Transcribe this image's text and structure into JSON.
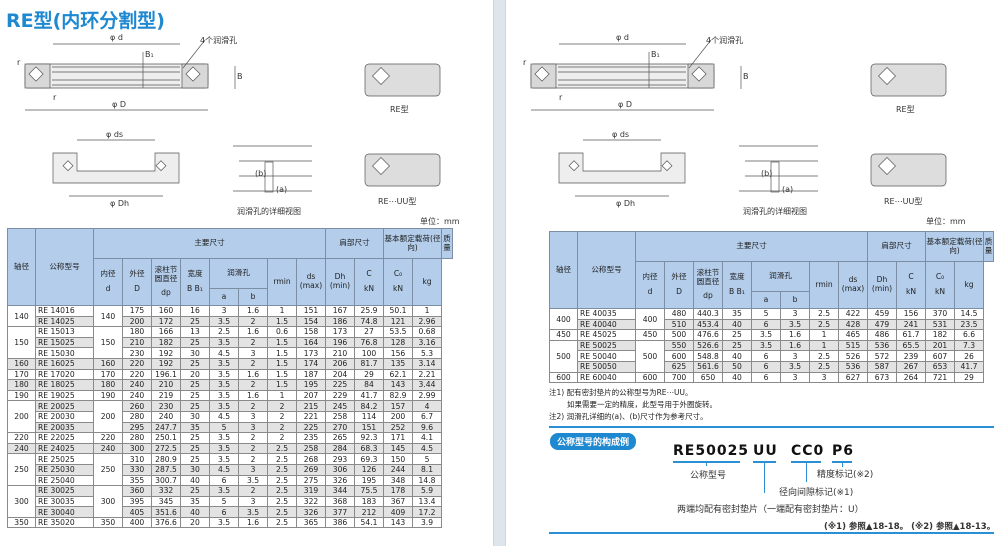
{
  "left": {
    "title": "RE型(内环分割型)",
    "drawing": {
      "d": "φ d",
      "B1": "B₁",
      "holes": "4个润滑孔",
      "B": "B",
      "r1": "r",
      "r2": "r",
      "D": "φ D",
      "ds": "φ ds",
      "Dh": "φ Dh",
      "lub_b": "(b)",
      "lub_a": "(a)",
      "lub_caption": "润滑孔的详细视图",
      "re_caption": "RE型",
      "reuu_caption": "RE⋯UU型",
      "unit": "单位：mm"
    }
  },
  "table_header": {
    "shaft": "轴径",
    "model": "公称型号",
    "main": "主要尺寸",
    "shoulder": "肩部尺寸",
    "load": "基本额定载荷(径向)",
    "mass": "质量",
    "inner": "内径",
    "outer": "外径",
    "pitch": "滚柱节圆直径",
    "width": "宽度",
    "lub": "润滑孔",
    "d": "d",
    "D": "D",
    "dp": "dp",
    "BB1": "B B₁",
    "a": "a",
    "b": "b",
    "rmin": "rmin",
    "ds": "ds (max)",
    "Dh": "Dh (min)",
    "C": "C",
    "C0": "C₀",
    "kN": "kN",
    "kN2": "kN",
    "kg": "kg"
  },
  "left_table": [
    {
      "shaft": "140",
      "d": "140",
      "rows": [
        [
          "RE 14016",
          "175",
          "160",
          "16",
          "3",
          "1.6",
          "1",
          "151",
          "167",
          "25.9",
          "50.1",
          "1"
        ],
        [
          "RE 14025",
          "200",
          "172",
          "25",
          "3.5",
          "2",
          "1.5",
          "154",
          "186",
          "74.8",
          "121",
          "2.96"
        ]
      ]
    },
    {
      "shaft": "150",
      "d": "150",
      "rows": [
        [
          "RE 15013",
          "180",
          "166",
          "13",
          "2.5",
          "1.6",
          "0.6",
          "158",
          "173",
          "27",
          "53.5",
          "0.68"
        ],
        [
          "RE 15025",
          "210",
          "182",
          "25",
          "3.5",
          "2",
          "1.5",
          "164",
          "196",
          "76.8",
          "128",
          "3.16"
        ],
        [
          "RE 15030",
          "230",
          "192",
          "30",
          "4.5",
          "3",
          "1.5",
          "173",
          "210",
          "100",
          "156",
          "5.3"
        ]
      ]
    },
    {
      "shaft": "160",
      "d": "160",
      "rows": [
        [
          "RE 16025",
          "220",
          "192",
          "25",
          "3.5",
          "2",
          "1.5",
          "174",
          "206",
          "81.7",
          "135",
          "3.14"
        ]
      ]
    },
    {
      "shaft": "170",
      "d": "170",
      "rows": [
        [
          "RE 17020",
          "220",
          "196.1",
          "20",
          "3.5",
          "1.6",
          "1.5",
          "187",
          "204",
          "29",
          "62.1",
          "2.21"
        ]
      ]
    },
    {
      "shaft": "180",
      "d": "180",
      "rows": [
        [
          "RE 18025",
          "240",
          "210",
          "25",
          "3.5",
          "2",
          "1.5",
          "195",
          "225",
          "84",
          "143",
          "3.44"
        ]
      ]
    },
    {
      "shaft": "190",
      "d": "190",
      "rows": [
        [
          "RE 19025",
          "240",
          "219",
          "25",
          "3.5",
          "1.6",
          "1",
          "207",
          "229",
          "41.7",
          "82.9",
          "2.99"
        ]
      ]
    },
    {
      "shaft": "200",
      "d": "200",
      "rows": [
        [
          "RE 20025",
          "260",
          "230",
          "25",
          "3.5",
          "2",
          "2",
          "215",
          "245",
          "84.2",
          "157",
          "4"
        ],
        [
          "RE 20030",
          "280",
          "240",
          "30",
          "4.5",
          "3",
          "2",
          "221",
          "258",
          "114",
          "200",
          "6.7"
        ],
        [
          "RE 20035",
          "295",
          "247.7",
          "35",
          "5",
          "3",
          "2",
          "225",
          "270",
          "151",
          "252",
          "9.6"
        ]
      ]
    },
    {
      "shaft": "220",
      "d": "220",
      "rows": [
        [
          "RE 22025",
          "280",
          "250.1",
          "25",
          "3.5",
          "2",
          "2",
          "235",
          "265",
          "92.3",
          "171",
          "4.1"
        ]
      ]
    },
    {
      "shaft": "240",
      "d": "240",
      "rows": [
        [
          "RE 24025",
          "300",
          "272.5",
          "25",
          "3.5",
          "2",
          "2.5",
          "258",
          "284",
          "68.3",
          "145",
          "4.5"
        ]
      ]
    },
    {
      "shaft": "250",
      "d": "250",
      "rows": [
        [
          "RE 25025",
          "310",
          "280.9",
          "25",
          "3.5",
          "2",
          "2.5",
          "268",
          "293",
          "69.3",
          "150",
          "5"
        ],
        [
          "RE 25030",
          "330",
          "287.5",
          "30",
          "4.5",
          "3",
          "2.5",
          "269",
          "306",
          "126",
          "244",
          "8.1"
        ],
        [
          "RE 25040",
          "355",
          "300.7",
          "40",
          "6",
          "3.5",
          "2.5",
          "275",
          "326",
          "195",
          "348",
          "14.8"
        ]
      ]
    },
    {
      "shaft": "300",
      "d": "300",
      "rows": [
        [
          "RE 30025",
          "360",
          "332",
          "25",
          "3.5",
          "2",
          "2.5",
          "319",
          "344",
          "75.5",
          "178",
          "5.9"
        ],
        [
          "RE 30035",
          "395",
          "345",
          "35",
          "5",
          "3",
          "2.5",
          "322",
          "368",
          "183",
          "367",
          "13.4"
        ],
        [
          "RE 30040",
          "405",
          "351.6",
          "40",
          "6",
          "3.5",
          "2.5",
          "326",
          "377",
          "212",
          "409",
          "17.2"
        ]
      ]
    },
    {
      "shaft": "350",
      "d": "350",
      "rows": [
        [
          "RE 35020",
          "400",
          "376.6",
          "20",
          "3.5",
          "1.6",
          "2.5",
          "365",
          "386",
          "54.1",
          "143",
          "3.9"
        ]
      ]
    }
  ],
  "right": {
    "drawing": {
      "d": "φ d",
      "B1": "B₁",
      "holes": "4个润滑孔",
      "B": "B",
      "r1": "r",
      "r2": "r",
      "D": "φ D",
      "ds": "φ ds",
      "Dh": "φ Dh",
      "lub_b": "(b)",
      "lub_a": "(a)",
      "lub_caption": "润滑孔的详细视图",
      "re_caption": "RE型",
      "reuu_caption": "RE⋯UU型",
      "unit": "单位：mm"
    },
    "notes": [
      "注1) 配有密封垫片的公称型号为RE⋯UU。",
      "如果需要一定的精度，此型号用于外圈旋转。",
      "注2) 润滑孔详细的(a)、(b)尺寸作为参考尺寸。"
    ],
    "example": {
      "heading": "公称型号的构成例",
      "model": "RE50025",
      "seal": "UU",
      "clearance": "CC0",
      "precision": "P6",
      "model_label": "公称型号",
      "precision_label": "精度标记(※2)",
      "clearance_label": "径向间隙标记(※1)",
      "seal_label": "两端均配有密封垫片（一端配有密封垫片：U）",
      "ref": "(※1) 参照▲18-18。 (※2) 参照▲18-13。"
    }
  },
  "right_table": [
    {
      "shaft": "400",
      "d": "400",
      "rows": [
        [
          "RE 40035",
          "480",
          "440.3",
          "35",
          "5",
          "3",
          "2.5",
          "422",
          "459",
          "156",
          "370",
          "14.5"
        ],
        [
          "RE 40040",
          "510",
          "453.4",
          "40",
          "6",
          "3.5",
          "2.5",
          "428",
          "479",
          "241",
          "531",
          "23.5"
        ]
      ]
    },
    {
      "shaft": "450",
      "d": "450",
      "rows": [
        [
          "RE 45025",
          "500",
          "476.6",
          "25",
          "3.5",
          "1.6",
          "1",
          "465",
          "486",
          "61.7",
          "182",
          "6.6"
        ]
      ]
    },
    {
      "shaft": "500",
      "d": "500",
      "rows": [
        [
          "RE 50025",
          "550",
          "526.6",
          "25",
          "3.5",
          "1.6",
          "1",
          "515",
          "536",
          "65.5",
          "201",
          "7.3"
        ],
        [
          "RE 50040",
          "600",
          "548.8",
          "40",
          "6",
          "3",
          "2.5",
          "526",
          "572",
          "239",
          "607",
          "26"
        ],
        [
          "RE 50050",
          "625",
          "561.6",
          "50",
          "6",
          "3.5",
          "2.5",
          "536",
          "587",
          "267",
          "653",
          "41.7"
        ]
      ]
    },
    {
      "shaft": "600",
      "d": "600",
      "rows": [
        [
          "RE 60040",
          "700",
          "650",
          "40",
          "6",
          "3",
          "3",
          "627",
          "673",
          "264",
          "721",
          "29"
        ]
      ]
    }
  ],
  "colors": {
    "accent": "#1e88d0",
    "header": "#b3cdeb",
    "shade": "#e3e3e3"
  }
}
